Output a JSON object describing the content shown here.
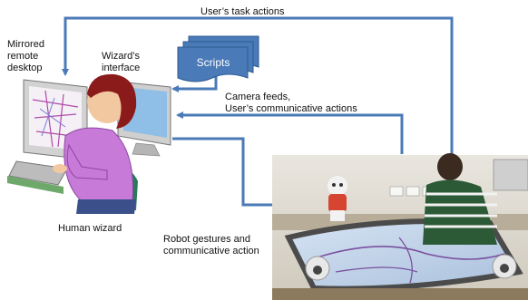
{
  "labels": {
    "user_task_actions": "User’s task actions",
    "mirrored_remote_desktop": [
      "Mirrored",
      "remote",
      "desktop"
    ],
    "wizards_interface": [
      "Wizard’s",
      "interface"
    ],
    "scripts": "Scripts",
    "camera_feeds": [
      "Camera feeds,",
      "User’s communicative actions"
    ],
    "human_wizard": "Human  wizard",
    "robot_gestures": [
      "Robot gestures and",
      "communicative action"
    ]
  },
  "colors": {
    "arrow": "#4a7ab7",
    "scripts_fill": "#4a7ab7",
    "wizard_shirt": "#c77ad8",
    "wizard_hair": "#8b1a1a"
  }
}
